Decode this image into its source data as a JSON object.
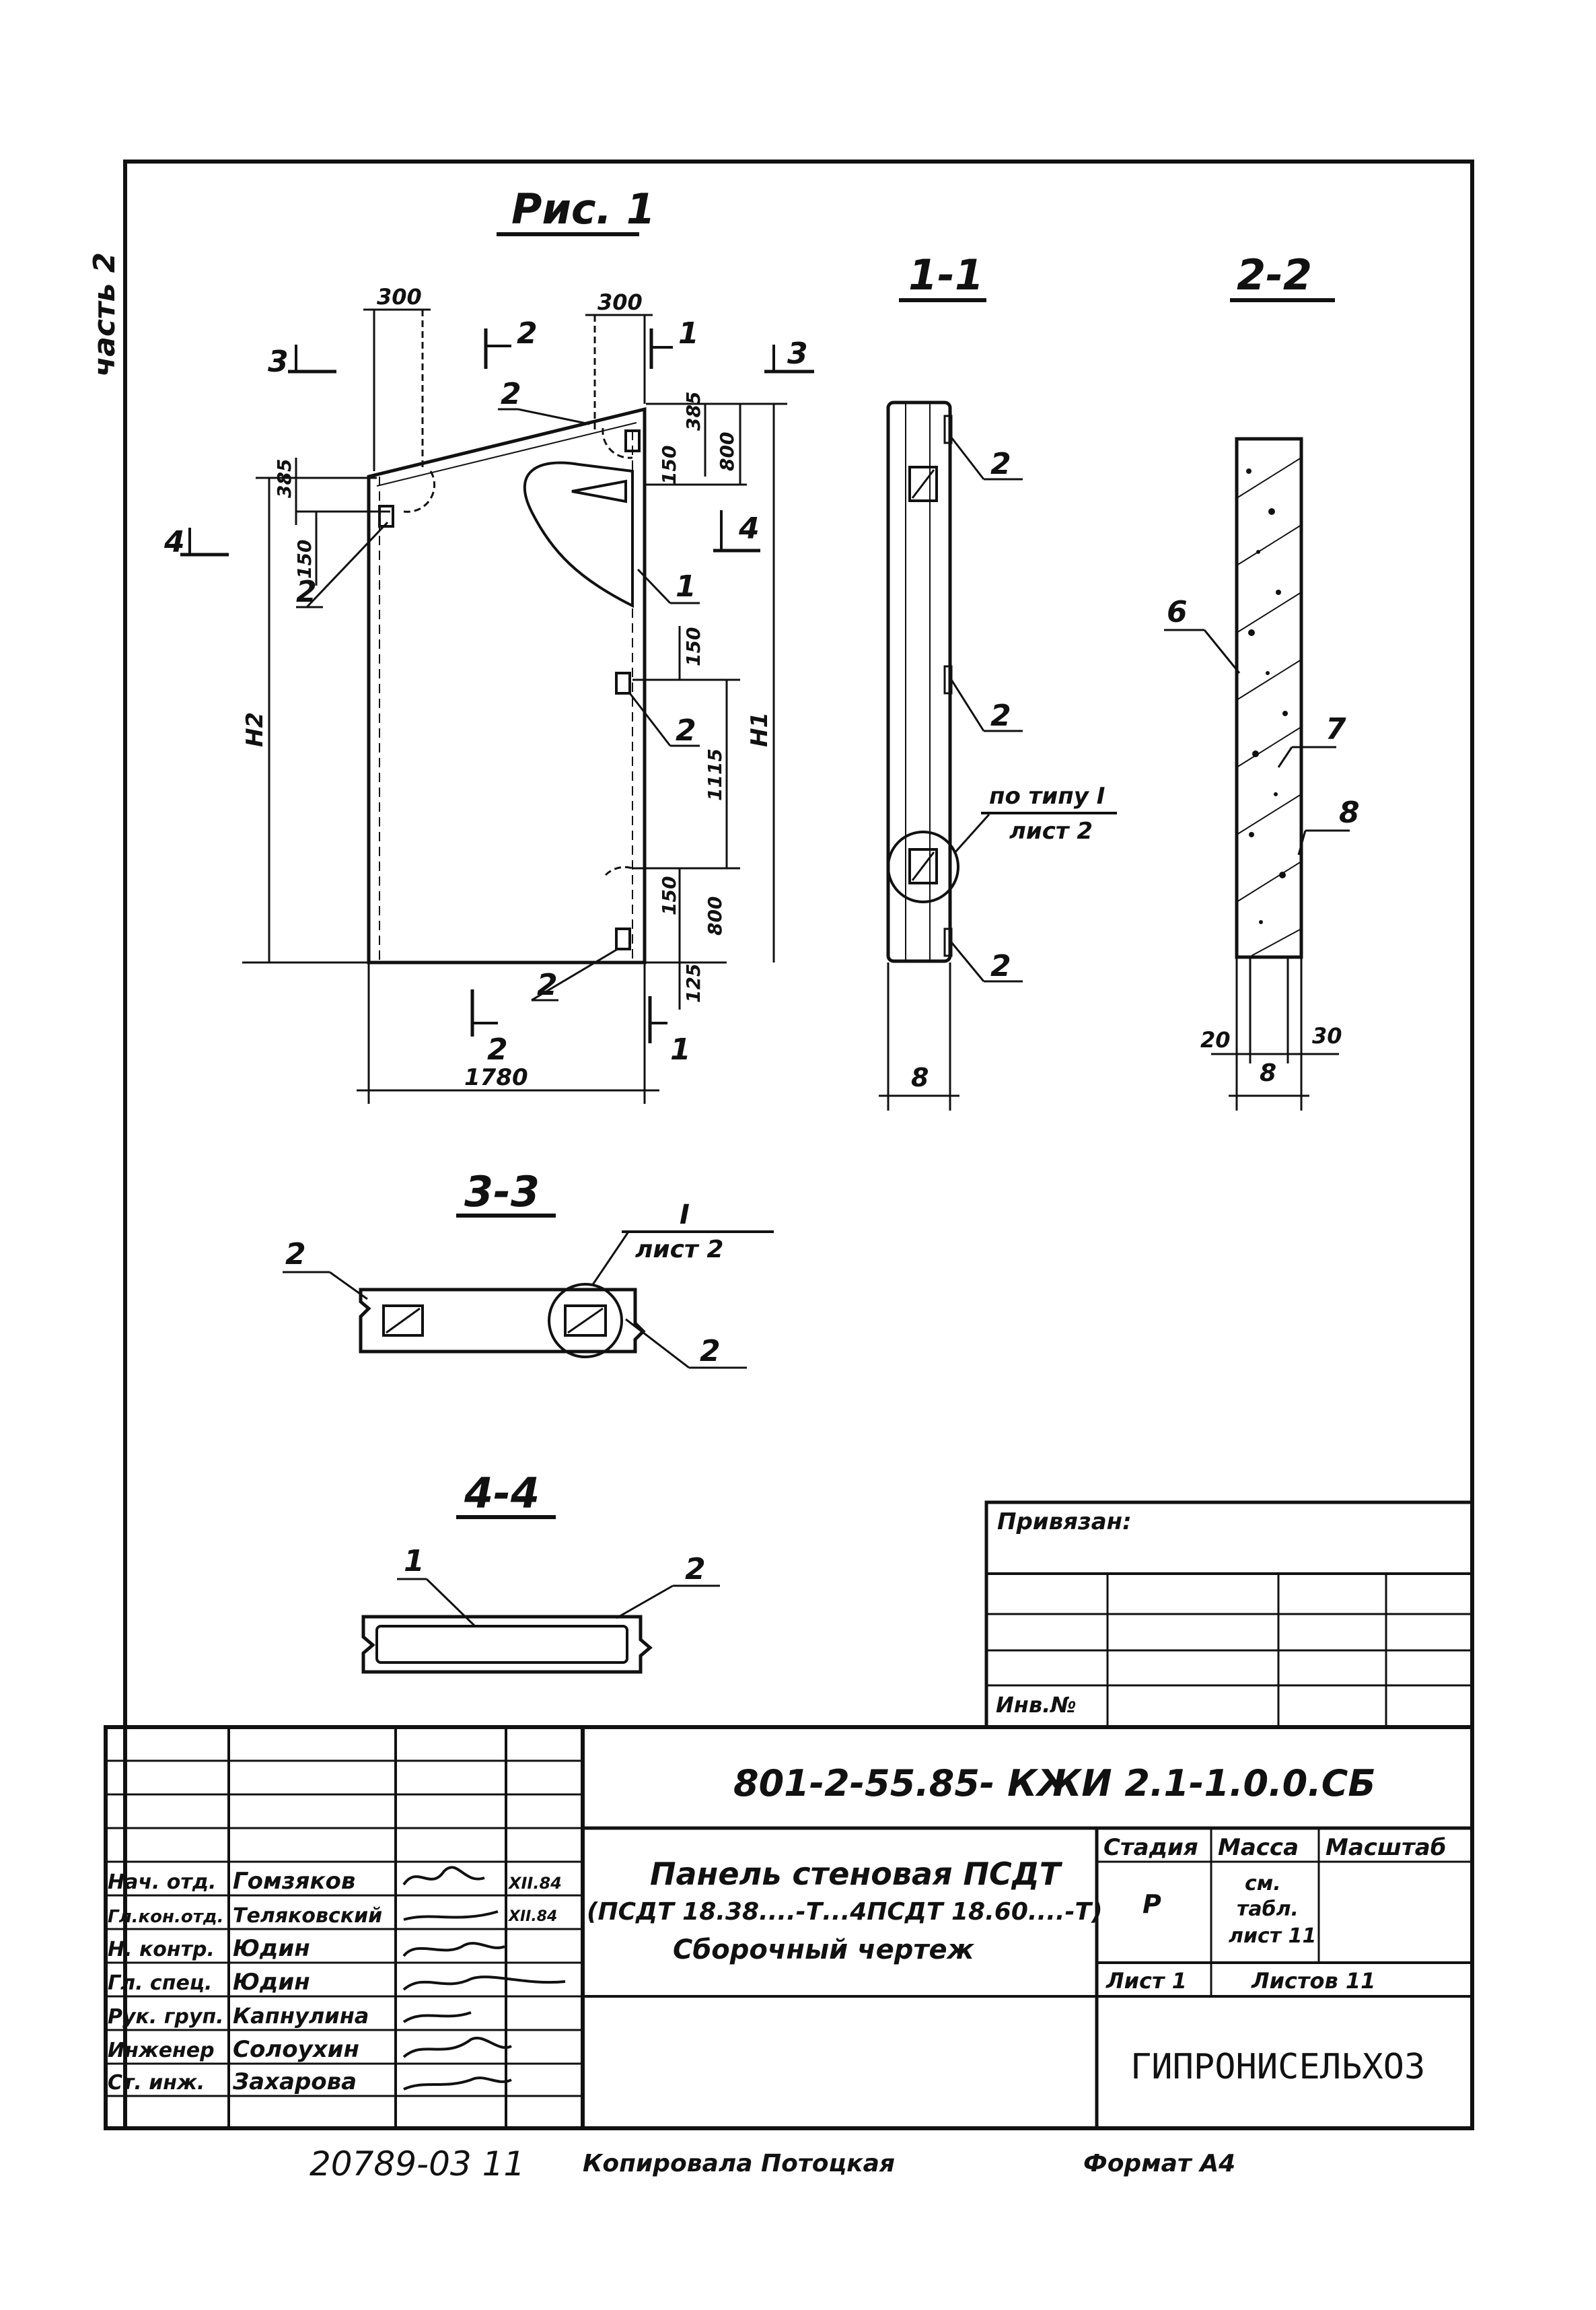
{
  "side_label": "часть 2",
  "figure_title": "Рис. 1",
  "main_view": {
    "dims": {
      "d300_left": "300",
      "d300_right": "300",
      "d385_top": "385",
      "d800_top": "800",
      "d150_top": "150",
      "d385_left": "385",
      "d150_left": "150",
      "d150_mid": "150",
      "d1115": "1115",
      "d150_bottom": "150",
      "d800_bottom": "800",
      "d125": "125",
      "d1780": "1780",
      "h1": "H1",
      "h2": "H2"
    },
    "cuts": {
      "c1_top": "1",
      "c1_bottom": "1",
      "c2_top": "2",
      "c2_bottom": "2",
      "c3_left": "3",
      "c3_right": "3",
      "c4_left": "4",
      "c4_right": "4"
    },
    "callouts": {
      "pos2_top": "2",
      "pos2_left": "2",
      "pos1": "1",
      "pos2_mid": "2",
      "pos2_bottom": "2"
    }
  },
  "section_1_1": {
    "title": "1-1",
    "callout_a": "2",
    "callout_b": "2",
    "callout_c": "2",
    "ref_line1": "по типу I",
    "ref_line2": "лист 2",
    "dim_width": "8"
  },
  "section_2_2": {
    "title": "2-2",
    "callout_6": "6",
    "callout_7": "7",
    "callout_8": "8",
    "dim_20": "20",
    "dim_8": "8",
    "dim_30": "30"
  },
  "section_3_3": {
    "title": "3-3",
    "callout_left": "2",
    "callout_right": "2",
    "ref_line1": "I",
    "ref_line2": "лист 2"
  },
  "section_4_4": {
    "title": "4-4",
    "callout_1": "1",
    "callout_2": "2"
  },
  "binding_box": {
    "label": "Привязан:",
    "inv_label": "Инв.№"
  },
  "title_block": {
    "doc_code": "801-2-55.85- КЖИ 2.1-1.0.0.СБ",
    "name_lines": [
      "Панель стеновая ПСДТ",
      "(ПСДТ 18.38....-Т...4ПСДТ 18.60....-Т)",
      "Сборочный чертеж"
    ],
    "stage_header": "Стадия",
    "mass_header": "Масса",
    "scale_header": "Масштаб",
    "stage_value": "Р",
    "mass_value_lines": [
      "см.",
      "табл.",
      "лист 11"
    ],
    "sheet_label": "Лист 1",
    "sheets_label": "Листов 11",
    "organization": "ГИПРОНИСЕЛЬХОЗ",
    "signatures": [
      {
        "role": "Нач. отд.",
        "name": "Гомзяков",
        "date": "XII.84"
      },
      {
        "role": "Гл.кон.отд.",
        "name": "Теляковский",
        "date": "XII.84"
      },
      {
        "role": "Н. контр.",
        "name": "Юдин",
        "date": ""
      },
      {
        "role": "Гл. спец.",
        "name": "Юдин",
        "date": ""
      },
      {
        "role": "Рук. груп.",
        "name": "Капнулина",
        "date": ""
      },
      {
        "role": "Инженер",
        "name": "Солоухин",
        "date": ""
      },
      {
        "role": "Ст. инж.",
        "name": "Захарова",
        "date": ""
      }
    ]
  },
  "footer": {
    "archive_no": "20789-03 11",
    "copied_by": "Копировала Потоцкая",
    "format": "Формат А4"
  }
}
